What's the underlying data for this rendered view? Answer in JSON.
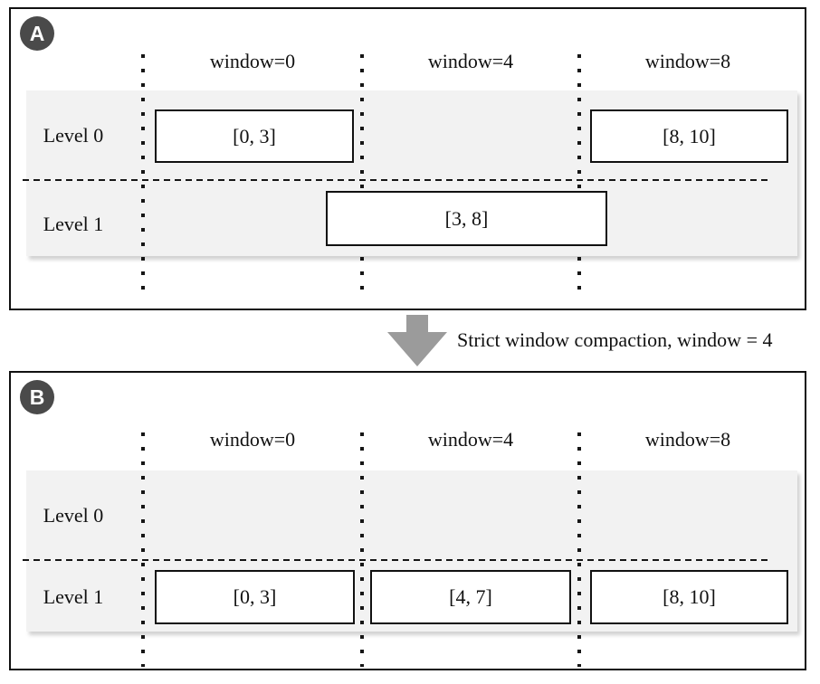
{
  "figure": {
    "description_visible_elements": "two-panel window compaction diagram",
    "colors": {
      "ink": "#111111",
      "badge_background": "#4a4a4a",
      "badge_text": "#ffffff",
      "band_background": "#f2f2f2",
      "arrow": "#9b9b9b",
      "background": "#ffffff"
    }
  },
  "panels": [
    {
      "badge": "A",
      "column_labels": [
        "window=0",
        "window=4",
        "window=8"
      ],
      "row_labels": [
        "Level 0",
        "Level 1"
      ],
      "sstables": [
        {
          "label": "[0, 3]",
          "level": "Level 0",
          "window": "window=0"
        },
        {
          "label": "[8, 10]",
          "level": "Level 0",
          "window": "window=8"
        },
        {
          "label": "[3, 8]",
          "level": "Level 1",
          "window": "spans window=0 and window=4"
        }
      ]
    },
    {
      "badge": "B",
      "column_labels": [
        "window=0",
        "window=4",
        "window=8"
      ],
      "row_labels": [
        "Level 0",
        "Level 1"
      ],
      "sstables": [
        {
          "label": "[0, 3]",
          "level": "Level 1",
          "window": "window=0"
        },
        {
          "label": "[4, 7]",
          "level": "Level 1",
          "window": "window=4"
        },
        {
          "label": "[8, 10]",
          "level": "Level 1",
          "window": "window=8"
        }
      ]
    }
  ],
  "transition": {
    "label": "Strict window compaction, window = 4",
    "arrow_icon": "arrow-down"
  }
}
